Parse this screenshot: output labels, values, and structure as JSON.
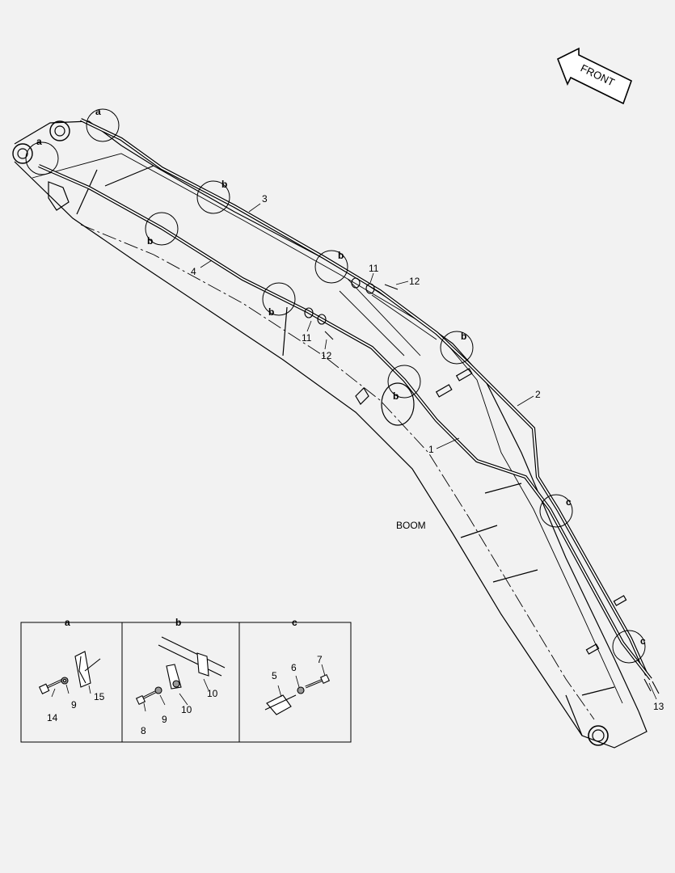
{
  "front_label": "FRONT",
  "boom_label": "BOOM",
  "part_numbers": {
    "p1": "1",
    "p2": "2",
    "p3": "3",
    "p4": "4",
    "p11a": "11",
    "p12a": "12",
    "p11b": "11",
    "p12b": "12",
    "p13": "13"
  },
  "callouts": {
    "a1": "a",
    "a2": "a",
    "b1": "b",
    "b2": "b",
    "b3": "b",
    "b4": "b",
    "b5": "b",
    "b6": "b",
    "c1": "c",
    "c2": "c"
  },
  "details": {
    "a": {
      "title": "a",
      "parts": {
        "n14": "14",
        "n9": "9",
        "n15": "15"
      }
    },
    "b": {
      "title": "b",
      "parts": {
        "n8": "8",
        "n9": "9",
        "n10a": "10",
        "n10b": "10"
      }
    },
    "c": {
      "title": "c",
      "parts": {
        "n5": "5",
        "n6": "6",
        "n7": "7"
      }
    }
  }
}
